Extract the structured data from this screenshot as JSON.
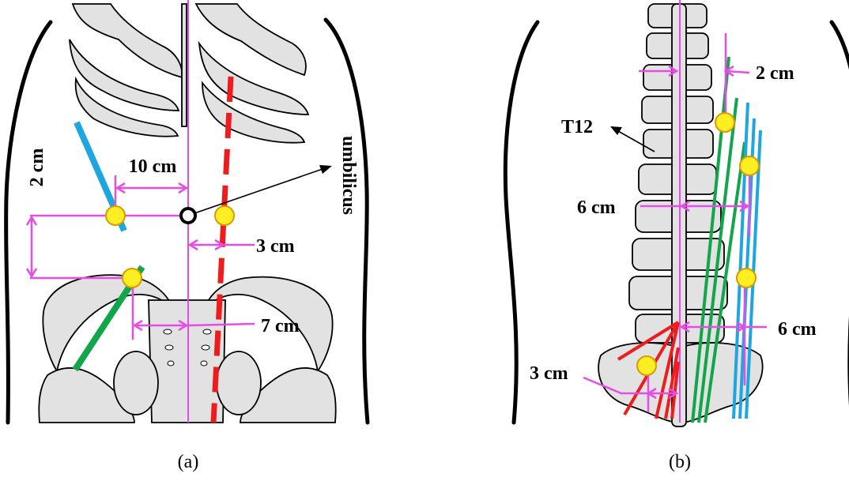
{
  "panel_a": {
    "caption": "(a)",
    "labels": {
      "left_vertical": "2 cm",
      "top_horizontal": "10 cm",
      "mid_horizontal": "3 cm",
      "low_horizontal": "7 cm",
      "umbilicus": "umbilicus"
    },
    "colors": {
      "guide": "#e64ce6",
      "blue": "#1ea6e0",
      "red": "#ee1c1c",
      "green": "#12a64a",
      "port": "#ffee22"
    }
  },
  "panel_b": {
    "caption": "(b)",
    "labels": {
      "vertebra": "T12",
      "top_right": "2 cm",
      "mid_left": "6 cm",
      "low_right": "6 cm",
      "bottom_left": "3 cm"
    }
  }
}
